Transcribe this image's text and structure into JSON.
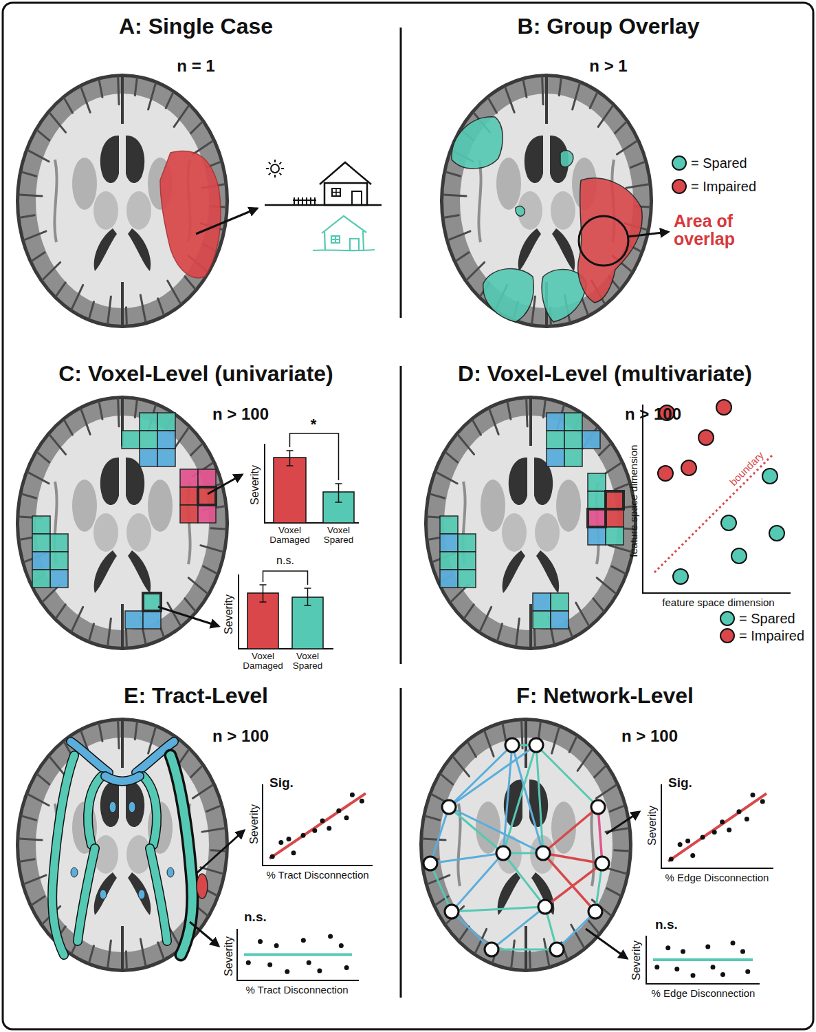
{
  "diagram": {
    "labels": [
      "A: Single Case",
      "n = 1",
      "B: Group Overlay",
      "n > 1",
      "Area of overlap",
      "C: Voxel-Level (univariate)",
      "n > 100",
      "*",
      "Severity",
      "Voxel Damaged",
      "Voxel Spared",
      "n.s.",
      "Severity",
      "Voxel Damaged",
      "Voxel Spared",
      "D: Voxel-Level (multivariate)",
      "n > 100",
      "boundary",
      "feature space dimension",
      "feature space dimension",
      "E: Tract-Level",
      "n > 100",
      "Sig.",
      "Severity",
      "% Tract Disconnection",
      "n.s.",
      "Severity",
      "% Tract Disconnection",
      "F: Network-Level",
      "n > 100",
      "Sig.",
      "Severity",
      "% Edge Disconnection",
      "n.s.",
      "Severity",
      "% Edge Disconnection"
    ],
    "legend": [
      {
        "text": "= Spared",
        "color": "#55c9b3"
      },
      {
        "text": "= Impaired",
        "color": "#d9474a"
      },
      {
        "text": "= Spared",
        "color": "#55c9b3"
      },
      {
        "text": "= Impaired",
        "color": "#d9474a"
      }
    ]
  }
}
